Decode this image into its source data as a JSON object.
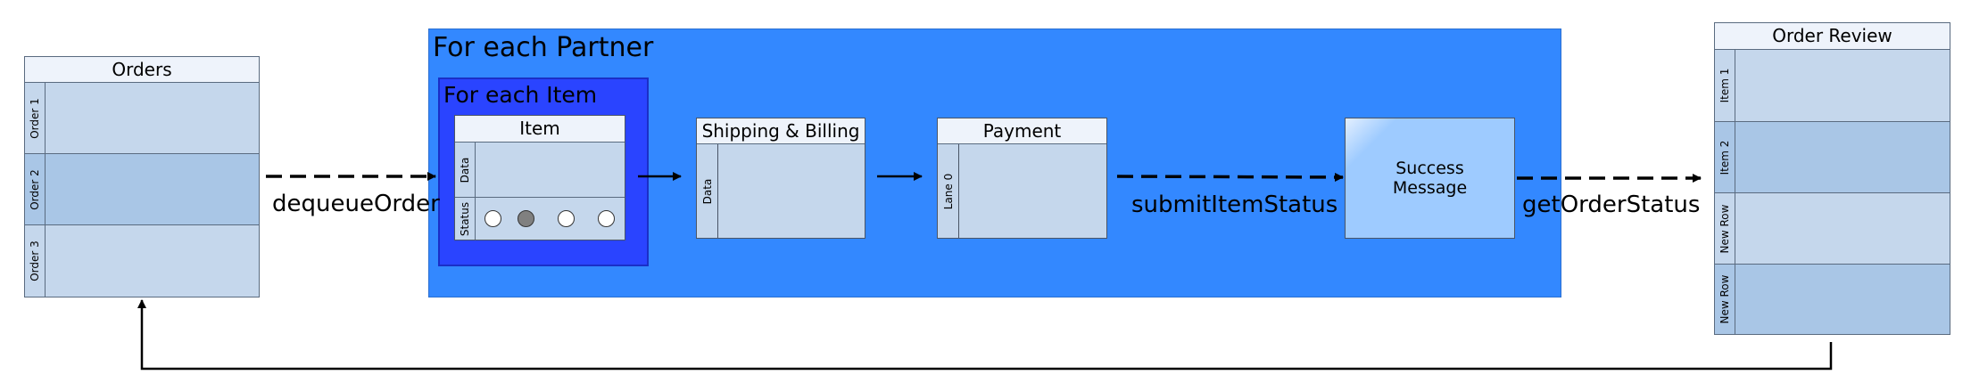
{
  "orders": {
    "title": "Orders",
    "rows": [
      "Order 1",
      "Order 2",
      "Order 3"
    ]
  },
  "partner": {
    "title": "For each Partner"
  },
  "item_container": {
    "title": "For each Item"
  },
  "item_pool": {
    "title": "Item",
    "lanes": [
      "Data",
      "Status"
    ]
  },
  "shipping_pool": {
    "title": "Shipping & Billing",
    "lane": "Data"
  },
  "payment_pool": {
    "title": "Payment",
    "lane": "Lane 0"
  },
  "success_message": {
    "text": "Success\nMessage"
  },
  "order_review": {
    "title": "Order Review",
    "rows": [
      "Item 1",
      "Item 2",
      "New Row",
      "New Row"
    ]
  },
  "edges": {
    "dequeue": "dequeueOrder",
    "submit": "submitItemStatus",
    "get_status": "getOrderStatus"
  },
  "colors": {
    "partner_fill": "#3388ff",
    "item_container_fill": "#2a44ff",
    "table_fill": "#c5d7ec",
    "table_alt_fill": "#a9c6e6",
    "success_fill": "#9ecbff",
    "status_dot_filled": "#808080"
  }
}
